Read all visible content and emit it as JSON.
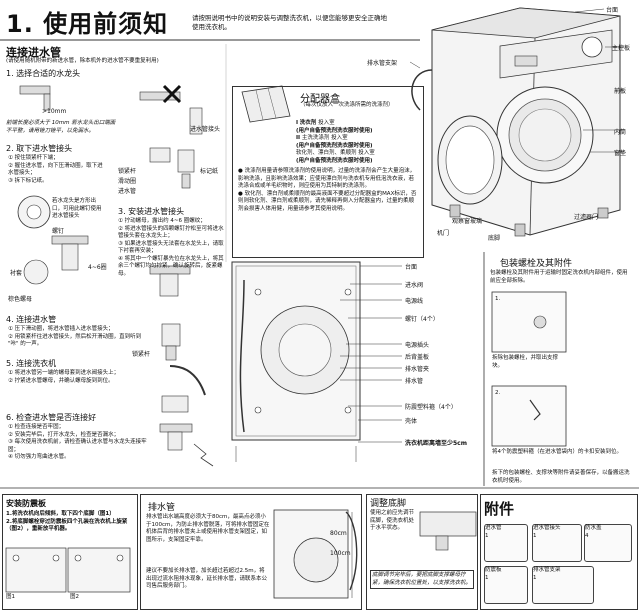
{
  "header": {
    "title": "1. 使用前须知",
    "intro": "请按照说明书中的说明安装与调整洗衣机，以便您能够更安全正确地使用洗衣机。"
  },
  "machine_labels": {
    "top_panel": "台面",
    "control_panel": "主控板",
    "front_panel": "前板",
    "inner_drum": "内筒",
    "window": "窗垫",
    "drain_hose_bracket": "排水管支架",
    "porthole_glass": "观察窗玻璃",
    "motor": "机门",
    "base": "底脚",
    "filter_door": "过滤器门"
  },
  "connect_inlet": {
    "heading": "连接进水管",
    "note": "(请使用随机附带的新进水管，除本机外的进水管不要重复利用)",
    "step1": "1. 选择合适的水龙头",
    "faucet_note": "前端长度必须大于 10mm 若水龙头出口端面不平整，请用锉刀锉平，以免漏水。",
    "dim_label": ">10mm",
    "connector_label": "进水管接头",
    "step2": "2. 取下进水管接头",
    "step2_items": [
      "① 按住锁紧杆下端；",
      "② 握住进水管，向下压滑动圈，取下进水管接头；",
      "③ 拆下标记纸。"
    ],
    "lock_label": "锁紧杆",
    "slide_label": "滑动圈",
    "hose_label": "进水管",
    "mark_label": "标记纸",
    "tip_label": "若水龙头是方形出口，可用此螺钉使用进水管接头",
    "screw_label": "螺钉",
    "step3": "3. 安装进水管接头",
    "step3_items": [
      "① 拧动螺母，露出约 4~6 圈螺纹；",
      "② 将进水管接头的四颗螺钉拧松至可将进水管接头套在水龙头上；",
      "③ 如果进水管接头无法套在水龙头上，请取下衬套再安装；",
      "④ 将其中一个螺钉暴先位在水龙头上，将其余三个螺钉均匀拧紧，确认旋转后，旋紧螺母。"
    ],
    "bushing_label": "衬套",
    "nut_label": "棕色螺母",
    "dim4_6": "4~6圈",
    "step4": "4. 连接进水管",
    "step4_items": [
      "① 压下滑动圈，将进水管插入进水管接头；",
      "② 用锁紧杆往进水管接头，然后松开滑动圈，直到听到 \"咔\" 的一声。"
    ],
    "step5": "5. 连接洗衣机",
    "step5_items": [
      "① 将进水管另一端的螺母套到进水阀接头上；",
      "② 拧紧进水管螺母，并确认螺母旋到到位。"
    ],
    "lock2_label": "锁紧杆",
    "step6": "6. 检查进水管是否连接好",
    "step6_items": [
      "① 检查连接是否牢固；",
      "② 安装完毕后，打开水龙头，检查是否漏水；",
      "③ 每次使用洗衣机前，请检查确认进水管与水龙头连接牢固；",
      "④ 切勿强力弯曲进水管。"
    ]
  },
  "dispenser": {
    "heading": "分配器盒",
    "sub": "（每次仅放入一次洗涤所需的洗涤剂）",
    "rows": [
      {
        "icon": "I",
        "name": "洗衣剂",
        "action": "投入室",
        "note": "(用户自备预洗剂洗衣服时使用)"
      },
      {
        "icon": "II",
        "name": "主洗洗涤剂",
        "action": "投入室",
        "note": "(用户自备预洗剂洗衣服时使用)"
      },
      {
        "icon": "",
        "name": "软化剂、漂白剂、柔顺剂",
        "action": "投入室",
        "note": "(用户自备预洗剂洗衣服时使用)"
      }
    ],
    "bullets": [
      "洗涤剂用量请参照洗涤剂的使用说明，过量的洗涤剂会产生大量泡沫，影响洗涤，且影响洗涤效果；应使用漂白剂与洗衣机专用低泡洗衣液，若洗涤合成或羊毛织物时，则应使用为其特制的洗涤剂。",
      "软化剂、漂白剂或柔顺剂的最高液面不要超过分配器盒的MAX标识，否则则软化剂、漂白剂或柔顺剂，请先稀释再倒入分配器盒内，过量的柔顺剂会损害人体用健，用量请参考其使用说明。"
    ]
  },
  "back_view": {
    "labels": [
      "台面",
      "进水阀",
      "电源线",
      "螺钉（4个）",
      "电源插头",
      "后背盖板",
      "排水管夹",
      "排水管",
      "防震塑料箍（4个）",
      "壳体"
    ],
    "clearance": "洗衣机距离墙至少5cm"
  },
  "packing": {
    "heading": "包装螺栓及其附件",
    "intro": "包装螺栓及其附件用于运输时固定洗衣机内部组件，使用前应全部拆除。",
    "step1_label": "1.",
    "step1_text": "拆除包装螺栓，并取出支撑块。",
    "step2_label": "2.",
    "step2_text": "将4个防震塑料箍（在进水管袋内）的卡扣安装到位。",
    "note": "拆下的包装螺栓、支撑块等附件请妥善保存，以备搬运洗衣机时使用。"
  },
  "anti_vibration": {
    "heading": "安装防震板",
    "items": [
      "1.将洗衣机向后倾斜，取下四个底脚（图1）",
      "2.将底脚螺栓穿过防震板四个孔装在洗衣机上旋紧（图2），重新放平机器。"
    ],
    "fig1": "图1",
    "fig2": "图2"
  },
  "drain": {
    "heading": "排水管",
    "text": "排水管出水端高度必须大于80cm，最高点必须小于100cm，为防止排水管脱落，可将排水管固定在机体后背的排水管夹上或使用排水管支架固定，如图所示，支架固定牢靠。",
    "text2": "建议不要加长排水管，加长超过若超过2.5m，将出现过流水阻排水现象，延长排水管，请联系本公司售后服务部门。",
    "h_min": "80cm",
    "h_max": "100cm"
  },
  "adjust_feet": {
    "heading": "调整底脚",
    "text": "使用之前应先调节底脚，使洗衣机处于水平状态。",
    "note": "底脚调节完毕后，要把底脚支撑螺母拧紧，确保洗衣机位置处，以支撑洗衣机。"
  },
  "accessories": {
    "heading": "附件",
    "items": [
      {
        "name": "进水管",
        "count": "1"
      },
      {
        "name": "进水管接头",
        "count": "1"
      },
      {
        "name": "防水盖",
        "count": "4"
      },
      {
        "name": "防震板",
        "count": "1"
      },
      {
        "name": "排水管支架",
        "count": "1"
      }
    ]
  }
}
